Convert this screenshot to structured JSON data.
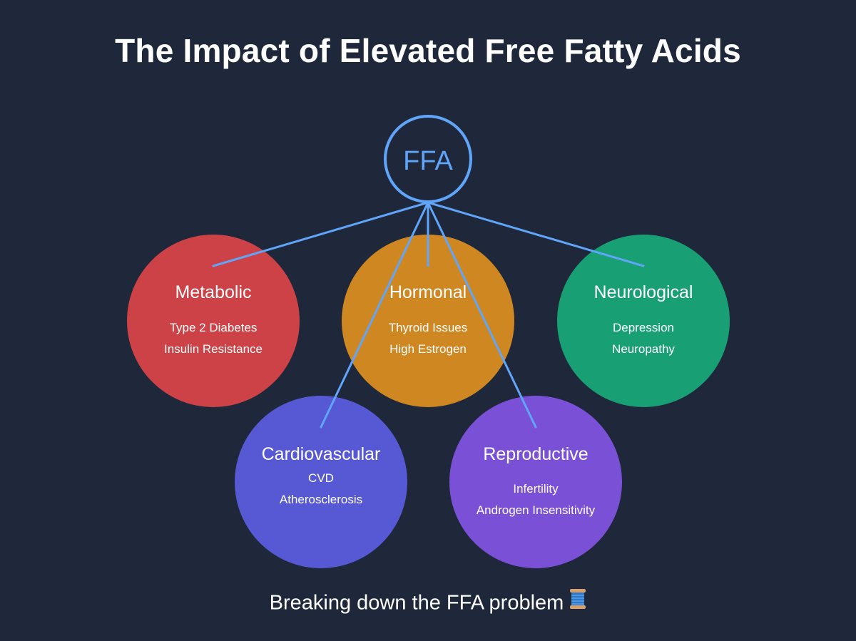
{
  "title": "The Impact of Elevated Free Fatty Acids",
  "hub": {
    "label": "FFA",
    "color": "#60a5fa"
  },
  "categories": [
    {
      "id": "metabolic",
      "label": "Metabolic",
      "color": "#cc4246",
      "items": [
        "Type 2 Diabetes",
        "Insulin Resistance"
      ]
    },
    {
      "id": "hormonal",
      "label": "Hormonal",
      "color": "#cf8721",
      "items": [
        "Thyroid Issues",
        "High Estrogen"
      ]
    },
    {
      "id": "neurological",
      "label": "Neurological",
      "color": "#189f74",
      "items": [
        "Depression",
        "Neuropathy"
      ]
    },
    {
      "id": "cardiovascular",
      "label": "Cardiovascular",
      "color": "#5659d3",
      "items": [
        "CVD",
        "Atherosclerosis"
      ]
    },
    {
      "id": "reproductive",
      "label": "Reproductive",
      "color": "#7a50d6",
      "items": [
        "Infertility",
        "Androgen Insensitivity"
      ]
    }
  ],
  "caption": {
    "text": "Breaking down the FFA problem",
    "icon": "thread-spool-icon"
  }
}
